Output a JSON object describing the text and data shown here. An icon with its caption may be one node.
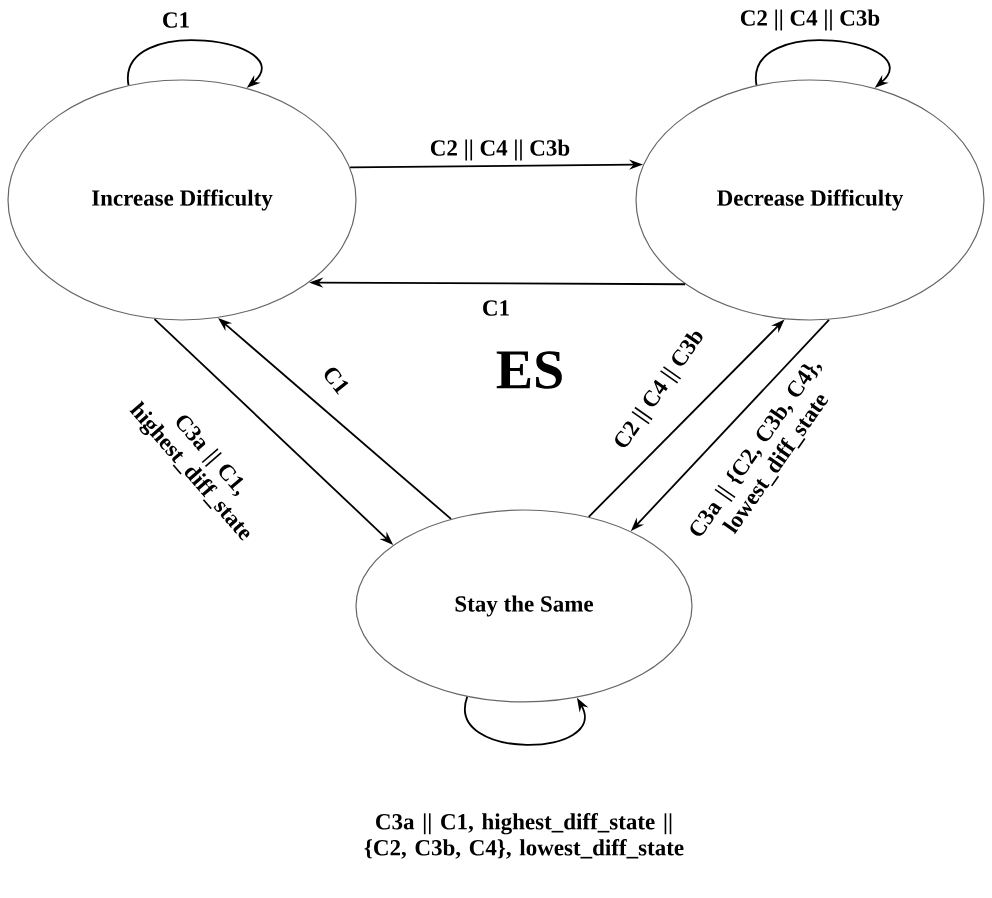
{
  "diagram": {
    "nodes": [
      {
        "text": [
          "Increase Difficulty"
        ]
      },
      {
        "text": [
          "Decrease Difficulty"
        ]
      },
      {
        "text": [
          "Stay the Same"
        ]
      }
    ],
    "edges": [
      {
        "from": 0,
        "to": 0,
        "arrow": "to",
        "label": "C1"
      },
      {
        "from": 1,
        "to": 1,
        "arrow": "to",
        "label": "C2 || C4 || C3b"
      },
      {
        "from": 0,
        "to": 1,
        "arrow": "to",
        "label": "C2 || C4 || C3b"
      },
      {
        "from": 1,
        "to": 0,
        "arrow": "to",
        "label": "C1"
      },
      {
        "from": 0,
        "to": 2,
        "arrow": "to",
        "label": "C3a || C1, highest_diff_state"
      },
      {
        "from": 2,
        "to": 0,
        "arrow": "to",
        "label": "C1"
      },
      {
        "from": 2,
        "to": 1,
        "arrow": "to",
        "label": "C2 || C4 || C3b"
      },
      {
        "from": 1,
        "to": 2,
        "arrow": "to",
        "label": "C3a || {C2, C3b, C4}, lowest_diff_state"
      },
      {
        "from": 2,
        "to": 2,
        "arrow": "to",
        "label": "C3a || C1, highest_diff_state || {C2, C3b, C4}, lowest_diff_state"
      }
    ],
    "labels": [
      "ES"
    ]
  }
}
